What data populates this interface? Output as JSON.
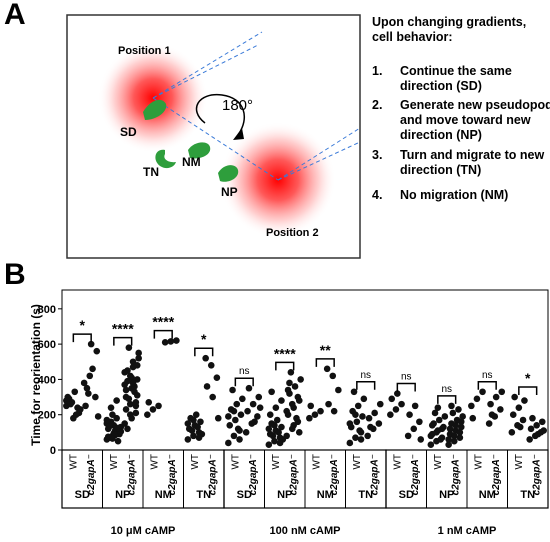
{
  "panel_a": {
    "letter": "A",
    "position1_label": "Position 1",
    "position2_label": "Position 2",
    "rotation_label": "180°",
    "cell_labels": [
      "SD",
      "TN",
      "NM",
      "NP"
    ],
    "legend_title": "Upon changing gradients, cell behavior:",
    "legend_items": [
      {
        "num": "1.",
        "text": "Continue the same direction (SD)"
      },
      {
        "num": "2.",
        "text": "Generate new pseudopod and move toward new direction (NP)"
      },
      {
        "num": "3.",
        "text": "Turn and migrate to new direction (TN)"
      },
      {
        "num": "4.",
        "text": "No migration (NM)"
      }
    ],
    "colors": {
      "gradient": "#ff0000",
      "cell": "#2e9e3c",
      "dashed_line": "#3a7ad8"
    }
  },
  "panel_b": {
    "letter": "B"
  },
  "chart_data": {
    "type": "scatter",
    "ylabel": "Time for reorientation (s)",
    "yticks": [
      0,
      200,
      400,
      600,
      800
    ],
    "ylim": [
      0,
      850
    ],
    "strains": [
      "WT",
      "c2gapA⁻"
    ],
    "conditions": [
      "10 μM cAMP",
      "100 nM cAMP",
      "1 nM cAMP"
    ],
    "behaviors": [
      "SD",
      "NP",
      "NM",
      "TN"
    ],
    "grid": false,
    "groups": [
      {
        "condition": "10 μM cAMP",
        "behavior": "SD",
        "significance": "*",
        "wt": [
          250,
          270,
          240,
          300,
          180,
          210,
          290,
          330,
          230,
          260,
          200,
          280
        ],
        "mut": [
          380,
          420,
          300,
          250,
          600,
          560,
          350,
          460,
          190,
          320
        ]
      },
      {
        "condition": "10 μM cAMP",
        "behavior": "NP",
        "significance": "****",
        "wt": [
          60,
          80,
          100,
          120,
          140,
          90,
          70,
          110,
          130,
          160,
          180,
          150,
          200,
          50,
          75,
          95,
          115,
          135,
          85,
          105,
          240,
          280,
          170,
          65,
          125
        ],
        "mut": [
          150,
          200,
          250,
          300,
          350,
          400,
          450,
          500,
          550,
          580,
          330,
          370,
          420,
          270,
          230,
          180,
          310,
          390,
          470,
          520,
          290,
          360,
          440,
          260,
          210,
          340,
          410,
          480,
          120,
          380
        ]
      },
      {
        "condition": "10 μM cAMP",
        "behavior": "NM",
        "significance": "****",
        "wt": [
          200,
          230,
          250,
          270
        ],
        "mut": [
          610,
          615,
          620
        ]
      },
      {
        "condition": "10 μM cAMP",
        "behavior": "TN",
        "significance": "*",
        "wt": [
          60,
          80,
          100,
          120,
          140,
          160,
          180,
          200,
          90,
          110,
          130,
          150,
          170,
          70
        ],
        "mut": [
          520,
          480,
          410,
          360,
          300,
          180
        ]
      },
      {
        "condition": "100 nM cAMP",
        "behavior": "SD",
        "significance": "ns",
        "wt": [
          40,
          80,
          110,
          140,
          170,
          200,
          230,
          260,
          290,
          340,
          120,
          190,
          220,
          60
        ],
        "mut": [
          100,
          150,
          190,
          220,
          260,
          300,
          350,
          160,
          240
        ]
      },
      {
        "condition": "100 nM cAMP",
        "behavior": "NP",
        "significance": "****",
        "wt": [
          30,
          50,
          70,
          90,
          110,
          130,
          150,
          170,
          60,
          80,
          100,
          120,
          140,
          40,
          200,
          240,
          280,
          330
        ],
        "mut": [
          80,
          120,
          160,
          200,
          240,
          280,
          320,
          360,
          400,
          440,
          180,
          220,
          260,
          300,
          340,
          140,
          100,
          380
        ]
      },
      {
        "condition": "100 nM cAMP",
        "behavior": "NM",
        "significance": "**",
        "wt": [
          180,
          200,
          220,
          250
        ],
        "mut": [
          460,
          420,
          340,
          260,
          220
        ]
      },
      {
        "condition": "100 nM cAMP",
        "behavior": "TN",
        "significance": "ns",
        "wt": [
          40,
          70,
          100,
          130,
          160,
          190,
          220,
          250,
          290,
          330,
          110,
          150,
          200,
          60
        ],
        "mut": [
          80,
          120,
          150,
          180,
          210,
          260,
          130
        ]
      },
      {
        "condition": "1 nM cAMP",
        "behavior": "SD",
        "significance": "ns",
        "wt": [
          200,
          230,
          260,
          290,
          320
        ],
        "mut": [
          80,
          120,
          160,
          200,
          250,
          60
        ]
      },
      {
        "condition": "1 nM cAMP",
        "behavior": "NP",
        "significance": "ns",
        "wt": [
          30,
          50,
          70,
          90,
          110,
          130,
          150,
          170,
          190,
          210,
          60,
          80,
          100,
          120,
          140,
          240
        ],
        "mut": [
          30,
          50,
          70,
          90,
          110,
          130,
          150,
          170,
          190,
          210,
          230,
          60,
          80,
          100,
          120,
          140,
          160,
          250
        ]
      },
      {
        "condition": "1 nM cAMP",
        "behavior": "NM",
        "significance": "ns",
        "wt": [
          250,
          290,
          330,
          180
        ],
        "mut": [
          150,
          190,
          230,
          260,
          300,
          330,
          200
        ]
      },
      {
        "condition": "1 nM cAMP",
        "behavior": "TN",
        "significance": "*",
        "wt": [
          100,
          140,
          170,
          200,
          240,
          280,
          300,
          130
        ],
        "mut": [
          60,
          80,
          100,
          120,
          140,
          160,
          180,
          90,
          110
        ]
      }
    ]
  }
}
